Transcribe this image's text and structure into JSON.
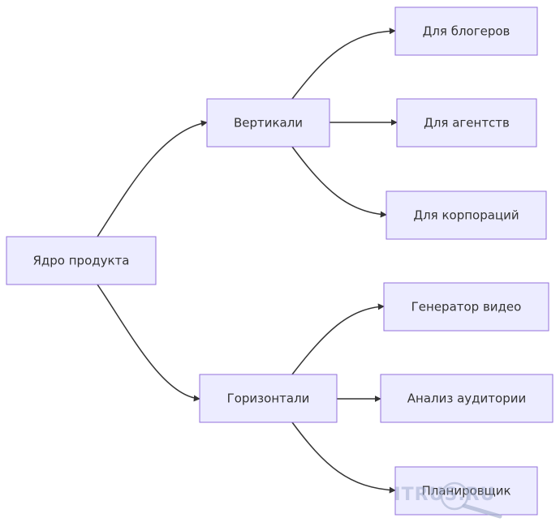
{
  "nodes": {
    "core": "Ядро продукта",
    "verticals": "Вертикали",
    "bloggers": "Для блогеров",
    "agencies": "Для агентств",
    "corporations": "Для корпораций",
    "horizontals": "Горизонтали",
    "video_generator": "Генератор видео",
    "audience_analysis": "Анализ аудитории",
    "planner": "Планировщик"
  },
  "edges": [
    [
      "core",
      "verticals"
    ],
    [
      "core",
      "horizontals"
    ],
    [
      "verticals",
      "bloggers"
    ],
    [
      "verticals",
      "agencies"
    ],
    [
      "verticals",
      "corporations"
    ],
    [
      "horizontals",
      "video_generator"
    ],
    [
      "horizontals",
      "audience_analysis"
    ],
    [
      "horizontals",
      "planner"
    ]
  ],
  "colors": {
    "node_fill": "#ECECFF",
    "node_border": "#9370DB",
    "edge": "#333333",
    "text": "#333333"
  },
  "watermark": {
    "text": "ITRUS.RU",
    "icon": "magnifier-icon"
  }
}
